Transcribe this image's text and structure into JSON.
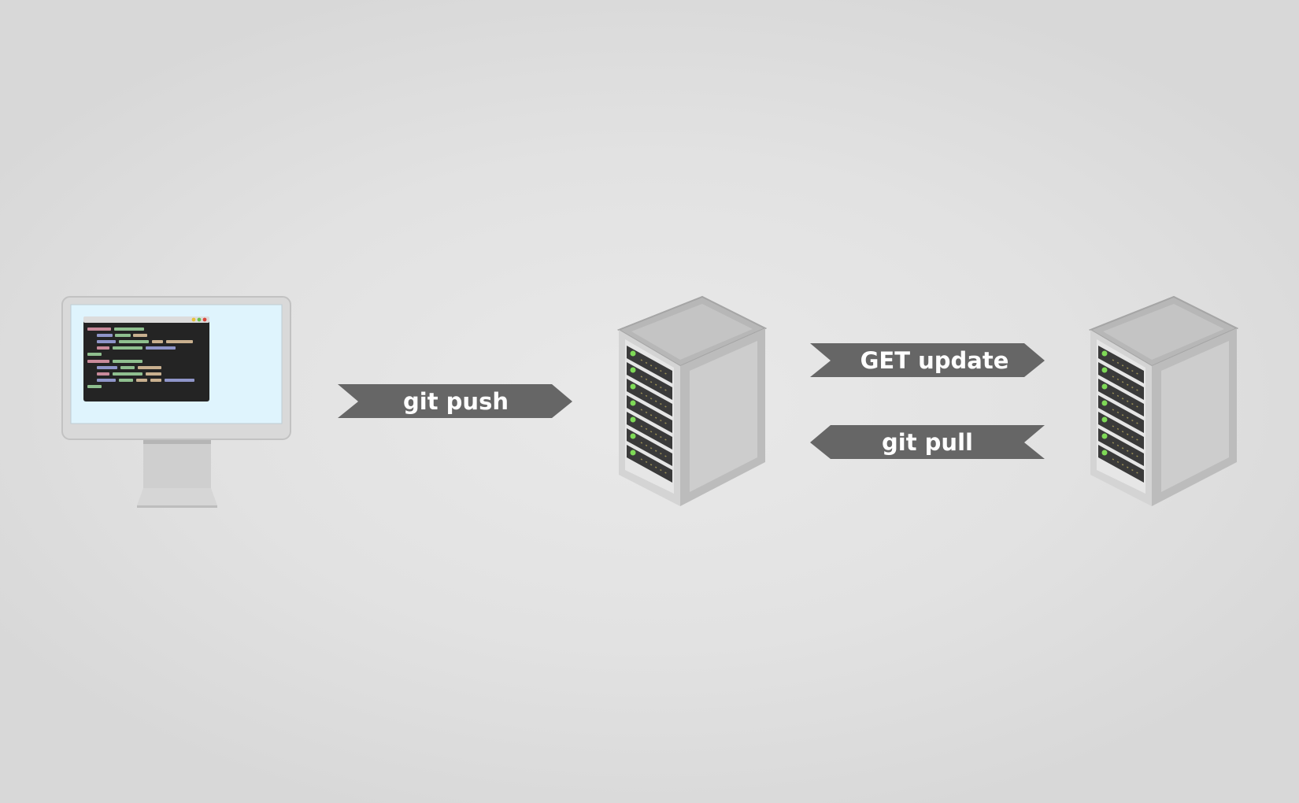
{
  "diagram": {
    "nodes": [
      {
        "id": "developer-computer",
        "icon": "computer-monitor-icon"
      },
      {
        "id": "git-server",
        "icon": "server-rack-icon"
      },
      {
        "id": "deploy-server",
        "icon": "server-rack-icon"
      }
    ],
    "arrows": {
      "push": {
        "label": "git push",
        "direction": "right"
      },
      "update": {
        "label": "GET update",
        "direction": "right"
      },
      "pull": {
        "label": "git pull",
        "direction": "left"
      }
    },
    "colors": {
      "arrow_fill": "#666666",
      "arrow_text": "#ffffff",
      "screen": "#dff4fd",
      "terminal": "#242424",
      "server_body": "#c8c8c8",
      "server_led": "#7ed957"
    }
  }
}
